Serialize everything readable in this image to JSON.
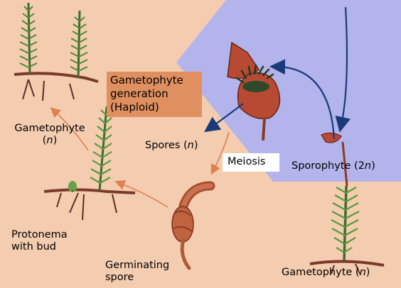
{
  "diagram": {
    "background_color": "#f4ccb0",
    "sporophyte_region_color": "#b4b4ec",
    "box_color": "#e09060",
    "arrow_colors": {
      "gametophyte_phase": "#e08050",
      "sporophyte_phase": "#1a3a7a"
    },
    "generation_box": {
      "line1": "Gametophyte",
      "line2": "generation",
      "line3": "(Haploid)"
    },
    "labels": {
      "gametophyte_left": {
        "line1": "Gametophyte",
        "line2_prefix": "(",
        "line2_symbol": "n",
        "line2_suffix": ")"
      },
      "spores": {
        "prefix": "Spores (",
        "symbol": "n",
        "suffix": ")"
      },
      "meiosis": "Meiosis",
      "sporophyte": {
        "prefix": "Sporophyte (2",
        "symbol": "n",
        "suffix": ")"
      },
      "protonema": {
        "line1": "Protonema",
        "line2": "with bud"
      },
      "germinating": {
        "line1": "Germinating",
        "line2": "spore"
      },
      "gametophyte_bottom": {
        "prefix": "Gametophyte (",
        "symbol": "n",
        "suffix": ")"
      }
    }
  }
}
